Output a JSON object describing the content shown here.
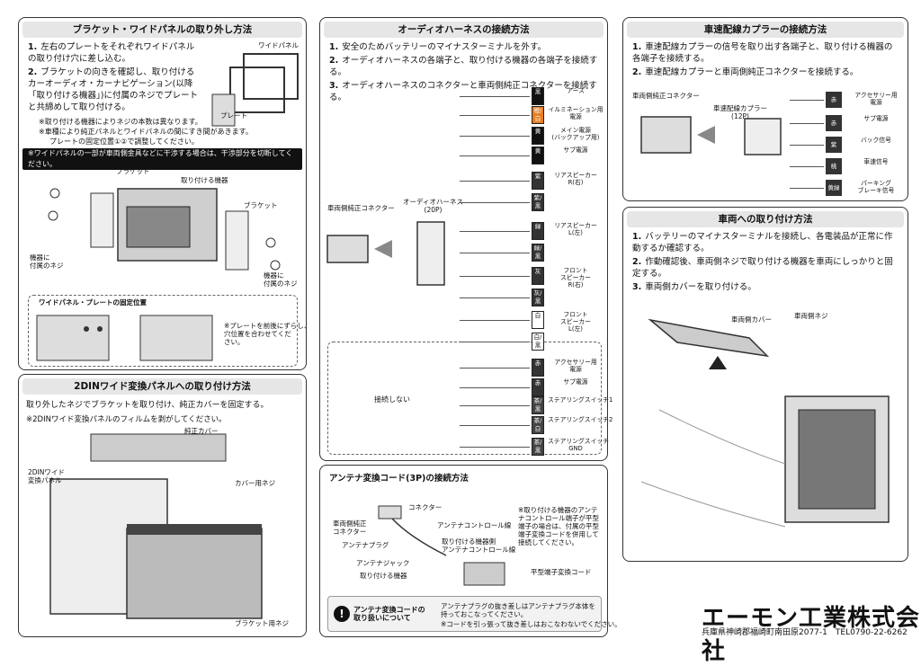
{
  "panel1": {
    "title": "ブラケット・ワイドパネルの取り外し方法",
    "steps": [
      {
        "n": "1.",
        "text": "左右のプレートをそれぞれワイドパネルの取り付け穴に差し込む。"
      },
      {
        "n": "2.",
        "text": "ブラケットの向きを確認し、取り付けるカーオーディオ・カーナビゲーション(以降「取り付ける機器」)に付属のネジでプレートと共締めして取り付ける。"
      }
    ],
    "notes": [
      "※取り付ける機器によりネジの本数は異なります。",
      "※車種により純正パネルとワイドパネルの間にすき間があきます。",
      "プレートの固定位置①②で調整してください。"
    ],
    "warning": "※ワイドパネルの一部が車両側金具などに干渉する場合は、干渉部分を切断してください。",
    "labels": {
      "wide_panel": "ワイドパネル",
      "plate": "プレート",
      "bracket_top": "ブラケット",
      "device": "取り付ける機器",
      "bracket_right": "ブラケット",
      "screws_left": "機器に\n付属のネジ",
      "screws_right": "機器に\n付属のネジ",
      "fix_pos_title": "ワイドパネル・プレートの固定位置",
      "fix_pos_note": "※プレートを前後にずらし、\n穴位置を合わせてくだ\nさい。"
    }
  },
  "panel2": {
    "title": "2DINワイド変換パネルへの取り付け方法",
    "text1": "取り外したネジでブラケットを取り付け、純正カバーを固定する。",
    "text2": "※2DINワイド変換パネルのフィルムを剥がしてください。",
    "labels": {
      "cover": "純正カバー",
      "panel": "2DINワイド\n変換パネル",
      "cover_screw": "カバー用ネジ",
      "bracket_screw": "ブラケット用ネジ"
    }
  },
  "panel3": {
    "title": "オーディオハーネスの接続方法",
    "steps": [
      {
        "n": "1.",
        "text": "安全のためバッテリーのマイナスターミナルを外す。"
      },
      {
        "n": "2.",
        "text": "オーディオハーネスの各端子と、取り付ける機器の各端子を接続する。"
      },
      {
        "n": "3.",
        "text": "オーディオハーネスのコネクターと車両側純正コネクターを接続する。"
      }
    ],
    "vehicle_connector": "車両側純正コネクター",
    "harness": "オーディオハーネス\n(20P)",
    "not_connected": "接続しない",
    "signals": [
      {
        "color": "黒",
        "fill": "#111",
        "label": "アース"
      },
      {
        "color": "橙/白",
        "fill": "#e67e22",
        "label": "イルミネーション用\n電源"
      },
      {
        "color": "黄",
        "fill": "#111",
        "label": "メイン電源\n(バックアップ用)"
      },
      {
        "color": "黄",
        "fill": "#111",
        "label": "サブ電源"
      },
      {
        "color": "紫",
        "fill": "#333",
        "label": "リアスピーカー\nR(右)"
      },
      {
        "color": "紫/黒",
        "fill": "#333",
        "label": ""
      },
      {
        "color": "緑",
        "fill": "#333",
        "label": "リアスピーカー\nL(左)"
      },
      {
        "color": "緑/黒",
        "fill": "#333",
        "label": ""
      },
      {
        "color": "灰",
        "fill": "#333",
        "label": "フロント\nスピーカー\nR(右)"
      },
      {
        "color": "灰/黒",
        "fill": "#333",
        "label": ""
      },
      {
        "color": "白",
        "fill": "#fff",
        "label": "フロント\nスピーカー\nL(左)"
      },
      {
        "color": "白/黒",
        "fill": "#fff",
        "label": ""
      },
      {
        "color": "赤",
        "fill": "#333",
        "label": "アクセサリー用\n電源"
      },
      {
        "color": "赤",
        "fill": "#333",
        "label": "サブ電源"
      },
      {
        "color": "茶/黒",
        "fill": "#444",
        "label": "ステアリングスイッチ1"
      },
      {
        "color": "茶/白",
        "fill": "#444",
        "label": "ステアリングスイッチ2"
      },
      {
        "color": "茶/黒",
        "fill": "#444",
        "label": "ステアリングスイッチ\nGND"
      }
    ]
  },
  "panel4": {
    "title": "アンテナ変換コード(3P)の接続方法",
    "labels": {
      "vehicle_connector": "車両側純正\nコネクター",
      "connector": "コネクター",
      "antenna_plug": "アンテナプラグ",
      "antenna_control": "アンテナコントロール線",
      "device_antenna": "取り付ける機器側\nアンテナコントロール線",
      "antenna_jack": "アンテナジャック",
      "device": "取り付ける機器",
      "note": "※取り付ける機器のアンテナコントロール端子が平型端子の場合は、付属の平型端子変換コードを併用して接続してください。",
      "flat_code": "平型端子変換コード"
    },
    "caution_title": "アンテナ変換コードの\n取り扱いについて",
    "caution_text": "アンテナプラグの抜き差しはアンテナプラグ本体を持っておこなってください。",
    "caution_sub": "※コードを引っ張って抜き差しはおこなわないでください。"
  },
  "panel5": {
    "title": "車速配線カプラーの接続方法",
    "steps": [
      {
        "n": "1.",
        "text": "車速配線カプラーの信号を取り出す各端子と、取り付ける機器の各端子を接続する。"
      },
      {
        "n": "2.",
        "text": "車速配線カプラーと車両側純正コネクターを接続する。"
      }
    ],
    "vehicle_connector": "車両側純正コネクター",
    "coupler": "車速配線カプラー\n(12P)",
    "signals": [
      {
        "color": "赤",
        "label": "アクセサリー用\n電源"
      },
      {
        "color": "赤",
        "label": "サブ電源"
      },
      {
        "color": "紫",
        "label": "バック信号"
      },
      {
        "color": "桃",
        "label": "車速信号"
      },
      {
        "color": "黄緑",
        "label": "パーキング\nブレーキ信号"
      }
    ]
  },
  "panel6": {
    "title": "車両への取り付け方法",
    "steps": [
      {
        "n": "1.",
        "text": "バッテリーのマイナスターミナルを接続し、各電装品が正常に作動するか確認する。"
      },
      {
        "n": "2.",
        "text": "作動確認後、車両側ネジで取り付ける機器を車両にしっかりと固定する。"
      },
      {
        "n": "3.",
        "text": "車両側カバーを取り付ける。"
      }
    ],
    "labels": {
      "cover": "車両側カバー",
      "screw": "車両側ネジ"
    }
  },
  "company": {
    "name": "エーモン工業株式会社",
    "address": "兵庫県神崎郡福崎町南田原2077-1　TEL0790-22-6262"
  }
}
